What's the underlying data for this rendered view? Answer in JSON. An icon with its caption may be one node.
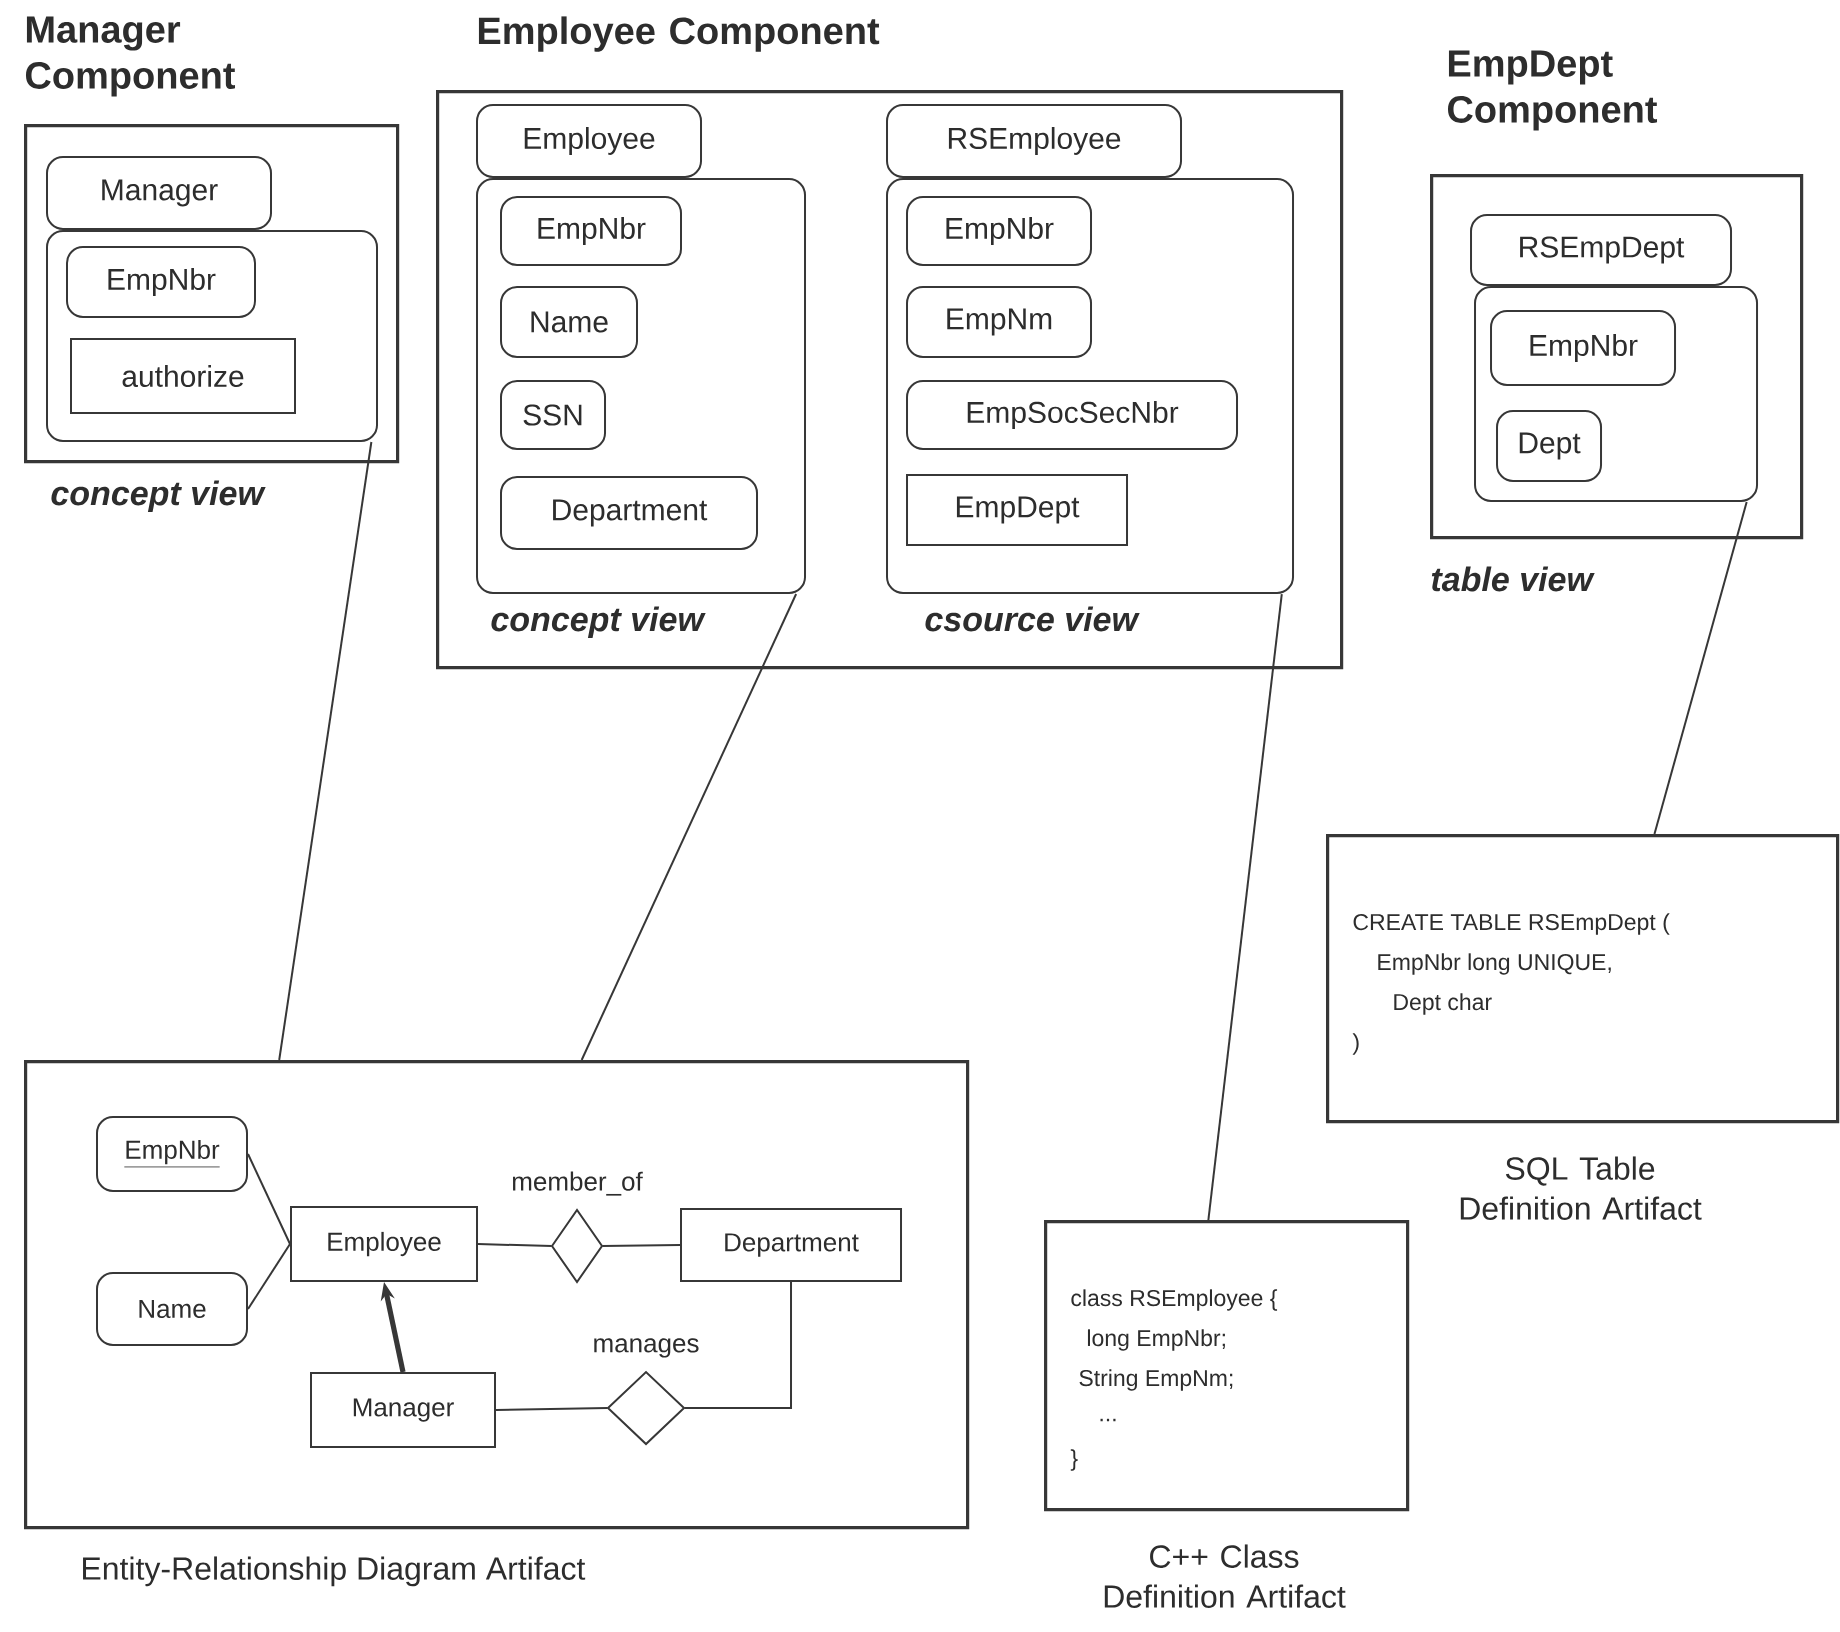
{
  "diagram": {
    "nodes": [
      {
        "text": [
          "Manager Component"
        ],
        "beside": [
          "concept view"
        ]
      },
      {
        "text": [
          "Manager"
        ],
        "in": 0
      },
      {
        "text": [],
        "shape": "box",
        "in": 0
      },
      {
        "text": [
          "EmpNbr"
        ],
        "in": 2
      },
      {
        "text": [
          "authorize"
        ],
        "in": 2
      },
      {
        "text": [
          "Employee Component"
        ]
      },
      {
        "text": [
          "Employee"
        ],
        "in": 5
      },
      {
        "text": [],
        "shape": "box",
        "in": 5,
        "beside": [
          "concept view"
        ]
      },
      {
        "text": [
          "EmpNbr"
        ],
        "in": 7
      },
      {
        "text": [
          "Name"
        ],
        "in": 7
      },
      {
        "text": [
          "SSN"
        ],
        "in": 7
      },
      {
        "text": [
          "Department"
        ],
        "in": 7
      },
      {
        "text": [
          "RSEmployee"
        ],
        "in": 5
      },
      {
        "text": [],
        "shape": "box",
        "in": 5,
        "beside": [
          "csource view"
        ]
      },
      {
        "text": [
          "EmpNbr"
        ],
        "in": 13
      },
      {
        "text": [
          "EmpNm"
        ],
        "in": 13
      },
      {
        "text": [
          "EmpSocSecNbr"
        ],
        "in": 13
      },
      {
        "text": [
          "EmpDept"
        ],
        "in": 13
      },
      {
        "text": [
          "EmpDept Component"
        ],
        "beside": [
          "table view"
        ]
      },
      {
        "text": [
          "RSEmpDept"
        ],
        "in": 18
      },
      {
        "text": [],
        "shape": "box",
        "in": 18
      },
      {
        "text": [
          "EmpNbr"
        ],
        "in": 20
      },
      {
        "text": [
          "Dept"
        ],
        "in": 20
      },
      {
        "text": [],
        "shape": "box",
        "beside": [
          "Entity-Relationship Diagram Artifact"
        ]
      },
      {
        "text": [
          "EmpNbr"
        ],
        "in": 23
      },
      {
        "text": [
          "Name"
        ],
        "in": 23
      },
      {
        "text": [
          "Employee"
        ],
        "in": 23
      },
      {
        "text": [
          "member_of"
        ],
        "in": 23
      },
      {
        "text": [
          "Department"
        ],
        "in": 23
      },
      {
        "text": [
          "Manager"
        ],
        "in": 23
      },
      {
        "text": [
          "manages"
        ],
        "in": 23
      },
      {
        "text": [
          "class RSEmployee {",
          "long EmpNbr;",
          "String EmpNm;",
          "...",
          "}"
        ],
        "beside": [
          "C++ Class Definition Artifact"
        ]
      },
      {
        "text": [
          "CREATE TABLE RSEmpDept (",
          "EmpNbr long UNIQUE,",
          "Dept char",
          ")"
        ],
        "beside": [
          "SQL Table Definition Artifact"
        ]
      }
    ],
    "edges": [
      {
        "from": 2,
        "to": 23,
        "arrow": "none"
      },
      {
        "from": 7,
        "to": 23,
        "arrow": "none"
      },
      {
        "from": 13,
        "to": 31,
        "arrow": "none"
      },
      {
        "from": 20,
        "to": 32,
        "arrow": "none"
      },
      {
        "from": 24,
        "to": 26,
        "arrow": "none"
      },
      {
        "from": 25,
        "to": 26,
        "arrow": "none"
      },
      {
        "from": 26,
        "to": 27,
        "arrow": "none"
      },
      {
        "from": 27,
        "to": 28,
        "arrow": "none"
      },
      {
        "from": 29,
        "to": 26,
        "arrow": "to",
        "style": "thick"
      },
      {
        "from": 29,
        "to": 30,
        "arrow": "none"
      },
      {
        "from": 30,
        "to": 28,
        "arrow": "none"
      }
    ]
  }
}
